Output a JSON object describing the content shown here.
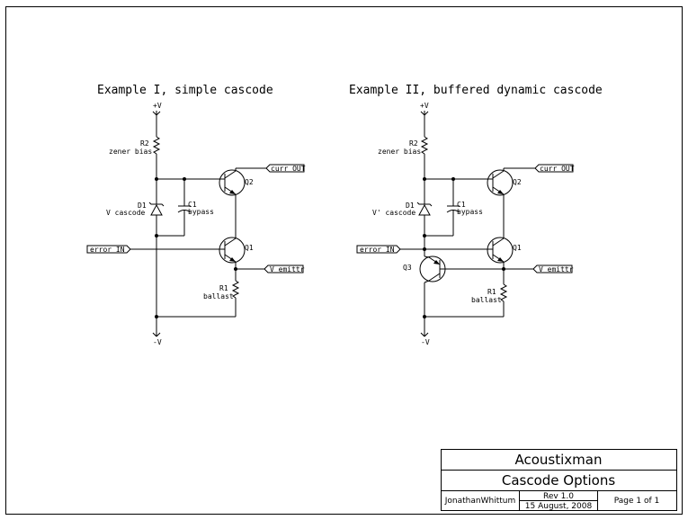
{
  "example1": {
    "title": "Example I, simple cascode",
    "vplus": "+V",
    "vminus": "-V",
    "r2_ref": "R2",
    "r2_val": "zener bias",
    "q2_ref": "Q2",
    "curr_out": "curr OUT",
    "d1_ref": "D1",
    "d1_val": "V cascode",
    "c1_ref": "C1",
    "c1_val": "bypass",
    "q1_ref": "Q1",
    "error_in": "error IN",
    "v_emittr": "V emittr",
    "r1_ref": "R1",
    "r1_val": "ballast"
  },
  "example2": {
    "title": "Example II, buffered dynamic cascode",
    "vplus": "+V",
    "vminus": "-V",
    "r2_ref": "R2",
    "r2_val": "zener bias",
    "q2_ref": "Q2",
    "curr_out": "curr OUT",
    "d1_ref": "D1",
    "d1_val": "V' cascode",
    "c1_ref": "C1",
    "c1_val": "bypass",
    "q1_ref": "Q1",
    "q3_ref": "Q3",
    "error_in": "error IN",
    "v_emittr": "V emittr",
    "r1_ref": "R1",
    "r1_val": "ballast"
  },
  "title_block": {
    "company": "Acoustixman",
    "title": "Cascode Options",
    "author": "JonathanWhittum",
    "rev": "Rev 1.0",
    "date": "15 August, 2008",
    "page": "Page 1 of 1"
  }
}
